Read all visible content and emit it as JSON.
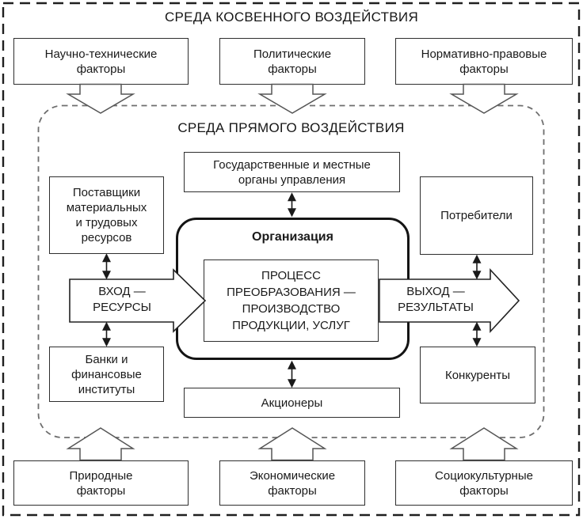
{
  "titles": {
    "indirect_env": "СРЕДА КОСВЕННОГО ВОЗДЕЙСТВИЯ",
    "direct_env": "СРЕДА ПРЯМОГО ВОЗДЕЙСТВИЯ"
  },
  "indirect_factors": {
    "top": [
      {
        "label": "Научно-технические\nфакторы"
      },
      {
        "label": "Политические\nфакторы"
      },
      {
        "label": "Нормативно-правовые\nфакторы"
      }
    ],
    "bottom": [
      {
        "label": "Природные\nфакторы"
      },
      {
        "label": "Экономические\nфакторы"
      },
      {
        "label": "Социокультурные\nфакторы"
      }
    ]
  },
  "direct_factors": {
    "government": "Государственные и местные\nорганы управления",
    "suppliers": "Поставщики\nматериальных\nи трудовых\nресурсов",
    "consumers": "Потребители",
    "banks": "Банки и\nфинансовые\nинституты",
    "competitors": "Конкуренты",
    "shareholders": "Акционеры"
  },
  "organization": {
    "title": "Организация",
    "process": "ПРОЦЕСС\nПРЕОБРАЗОВАНИЯ —\nПРОИЗВОДСТВО\nПРОДУКЦИИ, УСЛУГ",
    "input": "ВХОД —\nРЕСУРСЫ",
    "output": "ВЫХОД —\nРЕЗУЛЬТАТЫ"
  },
  "colors": {
    "line": "#1a1a1a",
    "box_border": "#2e2e2e",
    "inner_dash": "#6e6e6e",
    "background": "#ffffff"
  }
}
